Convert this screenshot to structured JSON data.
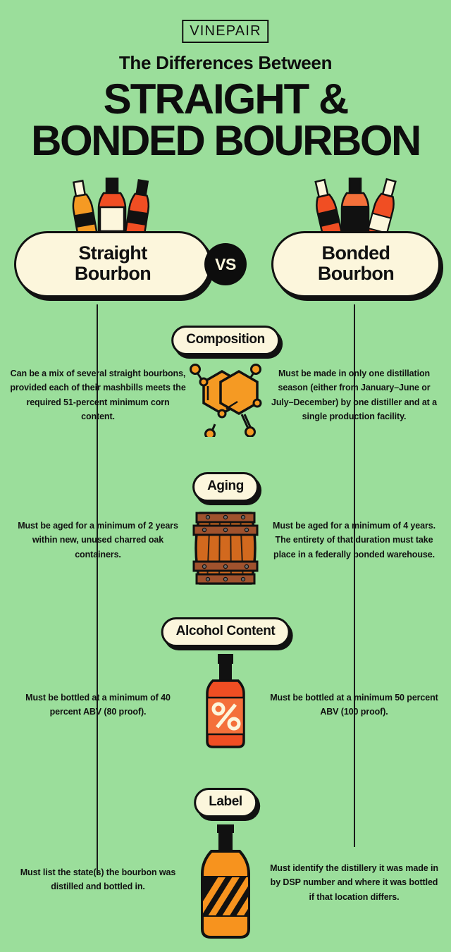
{
  "brand": {
    "logo_text": "VINEPAIR",
    "logo_icon": "vinepair-wordmark"
  },
  "header": {
    "subtitle": "The Differences Between",
    "title_line1": "STRAIGHT &",
    "title_line2": "BONDED BOURBON"
  },
  "comparison": {
    "vs_label": "VS",
    "left": {
      "name": "Straight\nBourbon",
      "icon": "bourbon-bottles-group"
    },
    "right": {
      "name": "Bonded\nBourbon",
      "icon": "bourbon-bottles-group"
    }
  },
  "sections": [
    {
      "id": "composition",
      "label": "Composition",
      "icon": "molecule-icon",
      "left_text": "Can be a mix of several straight bourbons, provided each of their mashbills meets the required 51-percent minimum corn content.",
      "right_text": "Must be made in only one distillation season (either from January–June or July–December) by one distiller and at a single production facility."
    },
    {
      "id": "aging",
      "label": "Aging",
      "icon": "barrel-icon",
      "left_text": "Must be aged for a minimum of 2 years within new, unused charred oak containers.",
      "right_text": "Must be aged for a minimum of 4 years. The entirety of that duration must take place in a federally bonded warehouse."
    },
    {
      "id": "alcohol-content",
      "label": "Alcohol Content",
      "icon": "percent-bottle-icon",
      "left_text": "Must be bottled at a minimum of 40 percent ABV (80 proof).",
      "right_text": "Must be bottled at a minimum 50 percent ABV (100 proof)."
    },
    {
      "id": "label",
      "label": "Label",
      "icon": "striped-label-bottle-icon",
      "left_text": "Must list the state(s) the bourbon was distilled and bottled in.",
      "right_text": "Must identify the distillery it was made in by DSP number and where it was bottled if that location differs."
    }
  ],
  "colors": {
    "background": "#9BDE9B",
    "ink": "#111111",
    "cream": "#FCF6DC",
    "orange": "#F59A23",
    "orange_light": "#F7931E",
    "red_orange": "#F04E23",
    "barrel_wood": "#D2691E",
    "barrel_band": "#A0522D"
  }
}
